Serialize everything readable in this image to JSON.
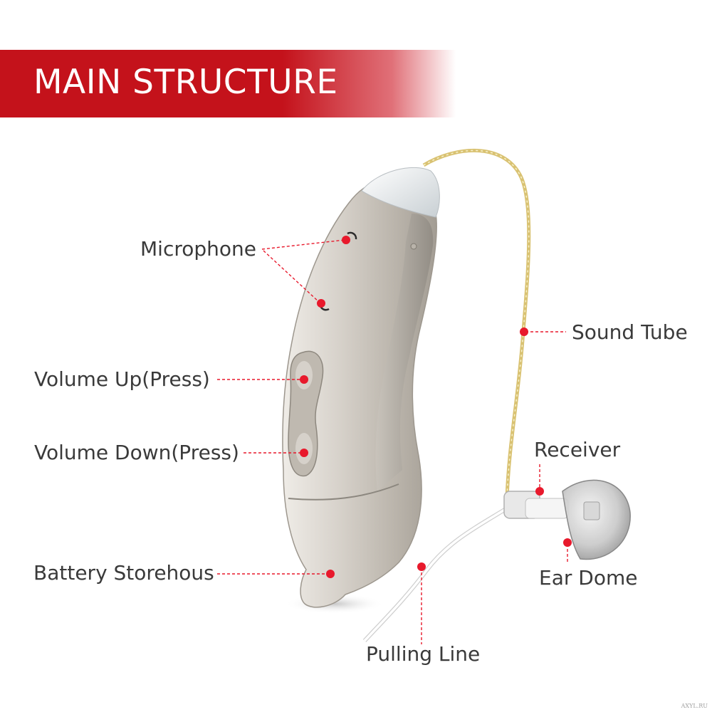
{
  "header": {
    "title": "MAIN STRUCTURE"
  },
  "labels": {
    "microphone": "Microphone",
    "sound_tube": "Sound Tube",
    "volume_up": "Volume Up(Press)",
    "volume_down": "Volume Down(Press)",
    "receiver": "Receiver",
    "battery": "Battery Storehous",
    "ear_dome": "Ear Dome",
    "pulling_line": "Pulling Line"
  },
  "watermark": "AXYL.RU",
  "colors": {
    "banner_red": "#c4121b",
    "marker_red": "#e8192c",
    "device_silver": "#cfcac3",
    "tube_gold": "#d9c272"
  }
}
